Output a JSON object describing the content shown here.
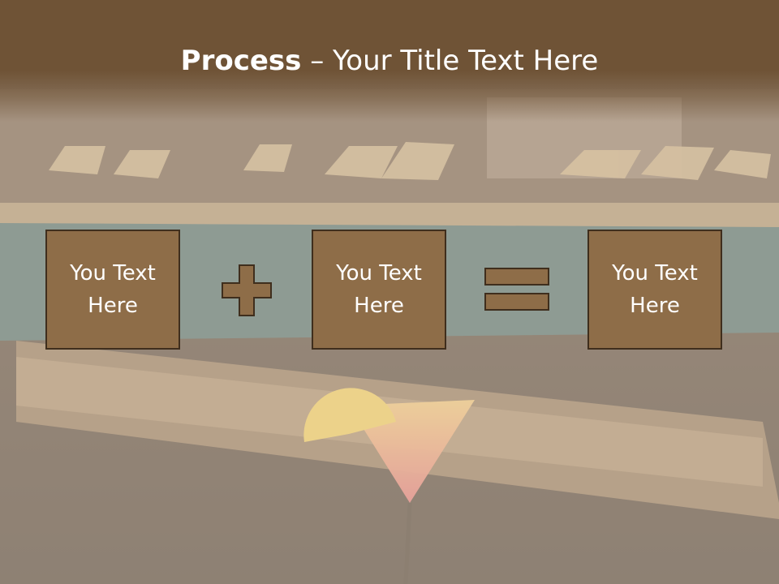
{
  "title": {
    "bold": "Process",
    "separator": " – ",
    "rest": "Your Title Text Here"
  },
  "boxes": [
    {
      "label": "You Text Here"
    },
    {
      "label": "You Text Here"
    },
    {
      "label": "You Text Here"
    }
  ],
  "operators": {
    "plus": "plus-icon",
    "equals": "equals-icon"
  },
  "colors": {
    "title_band": "#6f5336",
    "box_fill": "#8e6d48",
    "box_border": "#3f2e1d",
    "text": "#ffffff"
  }
}
